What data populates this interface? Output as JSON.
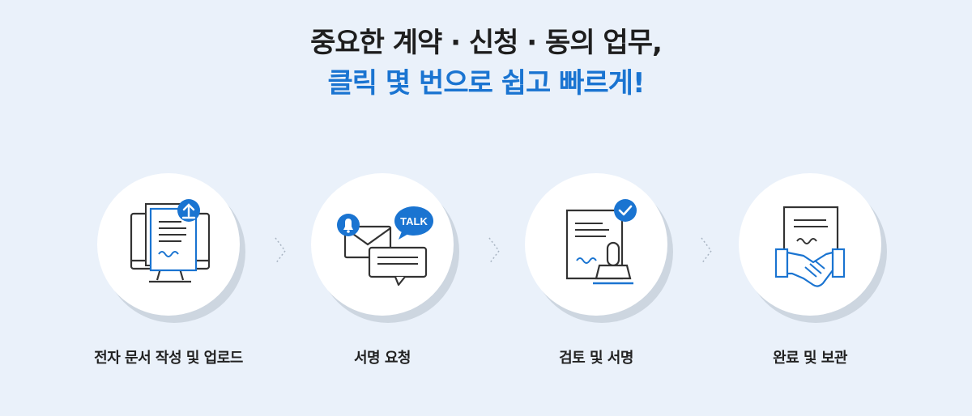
{
  "headline": {
    "line1": "중요한 계약 · 신청 · 동의 업무,",
    "line2": "클릭 몇 번으로 쉽고 빠르게!"
  },
  "steps": [
    {
      "label": "전자 문서 작성 및 업로드",
      "icon": "monitor-document-upload-icon"
    },
    {
      "label": "서명 요청",
      "icon": "mail-talk-icon",
      "badge": "TALK"
    },
    {
      "label": "검토 및 서명",
      "icon": "document-stamp-check-icon"
    },
    {
      "label": "완료 및 보관",
      "icon": "document-handshake-icon"
    }
  ],
  "colors": {
    "accent": "#1a74d1",
    "text": "#1e1e1e",
    "background": "#eaf1fa"
  }
}
